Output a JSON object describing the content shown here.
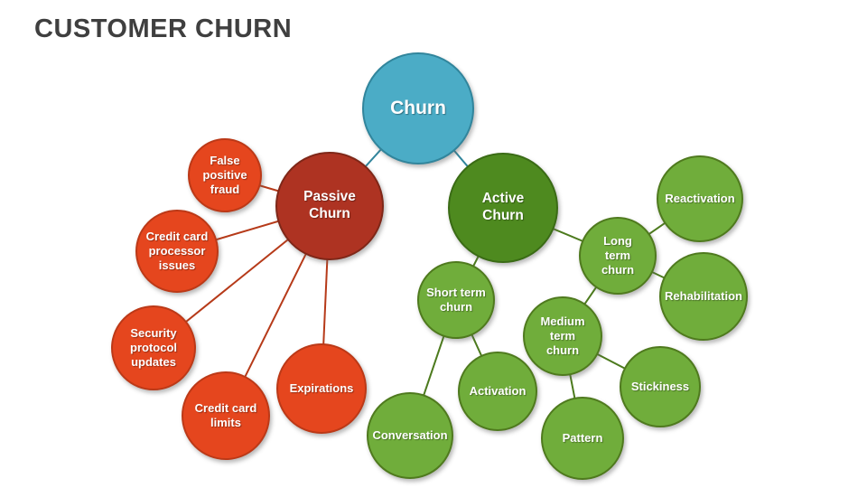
{
  "title": "CUSTOMER CHURN",
  "colors": {
    "title_text": "#3f3f3f",
    "root_fill": "#4bacc6",
    "root_border": "#31859c",
    "passive_fill": "#ae3322",
    "passive_border": "#7f2718",
    "passive_child_fill": "#e5461e",
    "passive_child_border": "#bc3917",
    "active_fill": "#4e8a1f",
    "active_border": "#3a6b15",
    "active_child_fill": "#70ad3b",
    "active_child_border": "#4f7a1e",
    "connector_teal": "#31859c",
    "connector_red": "#b63a19",
    "connector_green": "#4c7a1d",
    "node_text": "#ffffff",
    "background": "#ffffff"
  },
  "nodes": {
    "churn": {
      "label": "Churn"
    },
    "passive_churn": {
      "label": "Passive Churn"
    },
    "false_positive_fraud": {
      "label": "False positive fraud"
    },
    "credit_card_processor_issues": {
      "label": "Credit card processor issues"
    },
    "security_protocol_updates": {
      "label": "Security protocol updates"
    },
    "credit_card_limits": {
      "label": "Credit card limits"
    },
    "expirations": {
      "label": "Expirations"
    },
    "active_churn": {
      "label": "Active Churn"
    },
    "short_term_churn": {
      "label": "Short term churn"
    },
    "long_term_churn": {
      "label": "Long term churn"
    },
    "medium_term_churn": {
      "label": "Medium term churn"
    },
    "reactivation": {
      "label": "Reactivation"
    },
    "rehabilitation": {
      "label": "Rehabilitation"
    },
    "activation": {
      "label": "Activation"
    },
    "conversation": {
      "label": "Conversation"
    },
    "pattern": {
      "label": "Pattern"
    },
    "stickiness": {
      "label": "Stickiness"
    }
  },
  "edges": [
    [
      "churn",
      "passive_churn"
    ],
    [
      "churn",
      "active_churn"
    ],
    [
      "passive_churn",
      "false_positive_fraud"
    ],
    [
      "passive_churn",
      "credit_card_processor_issues"
    ],
    [
      "passive_churn",
      "security_protocol_updates"
    ],
    [
      "passive_churn",
      "credit_card_limits"
    ],
    [
      "passive_churn",
      "expirations"
    ],
    [
      "active_churn",
      "short_term_churn"
    ],
    [
      "active_churn",
      "long_term_churn"
    ],
    [
      "long_term_churn",
      "reactivation"
    ],
    [
      "long_term_churn",
      "rehabilitation"
    ],
    [
      "long_term_churn",
      "medium_term_churn"
    ],
    [
      "short_term_churn",
      "conversation"
    ],
    [
      "short_term_churn",
      "activation"
    ],
    [
      "medium_term_churn",
      "pattern"
    ],
    [
      "medium_term_churn",
      "stickiness"
    ]
  ]
}
